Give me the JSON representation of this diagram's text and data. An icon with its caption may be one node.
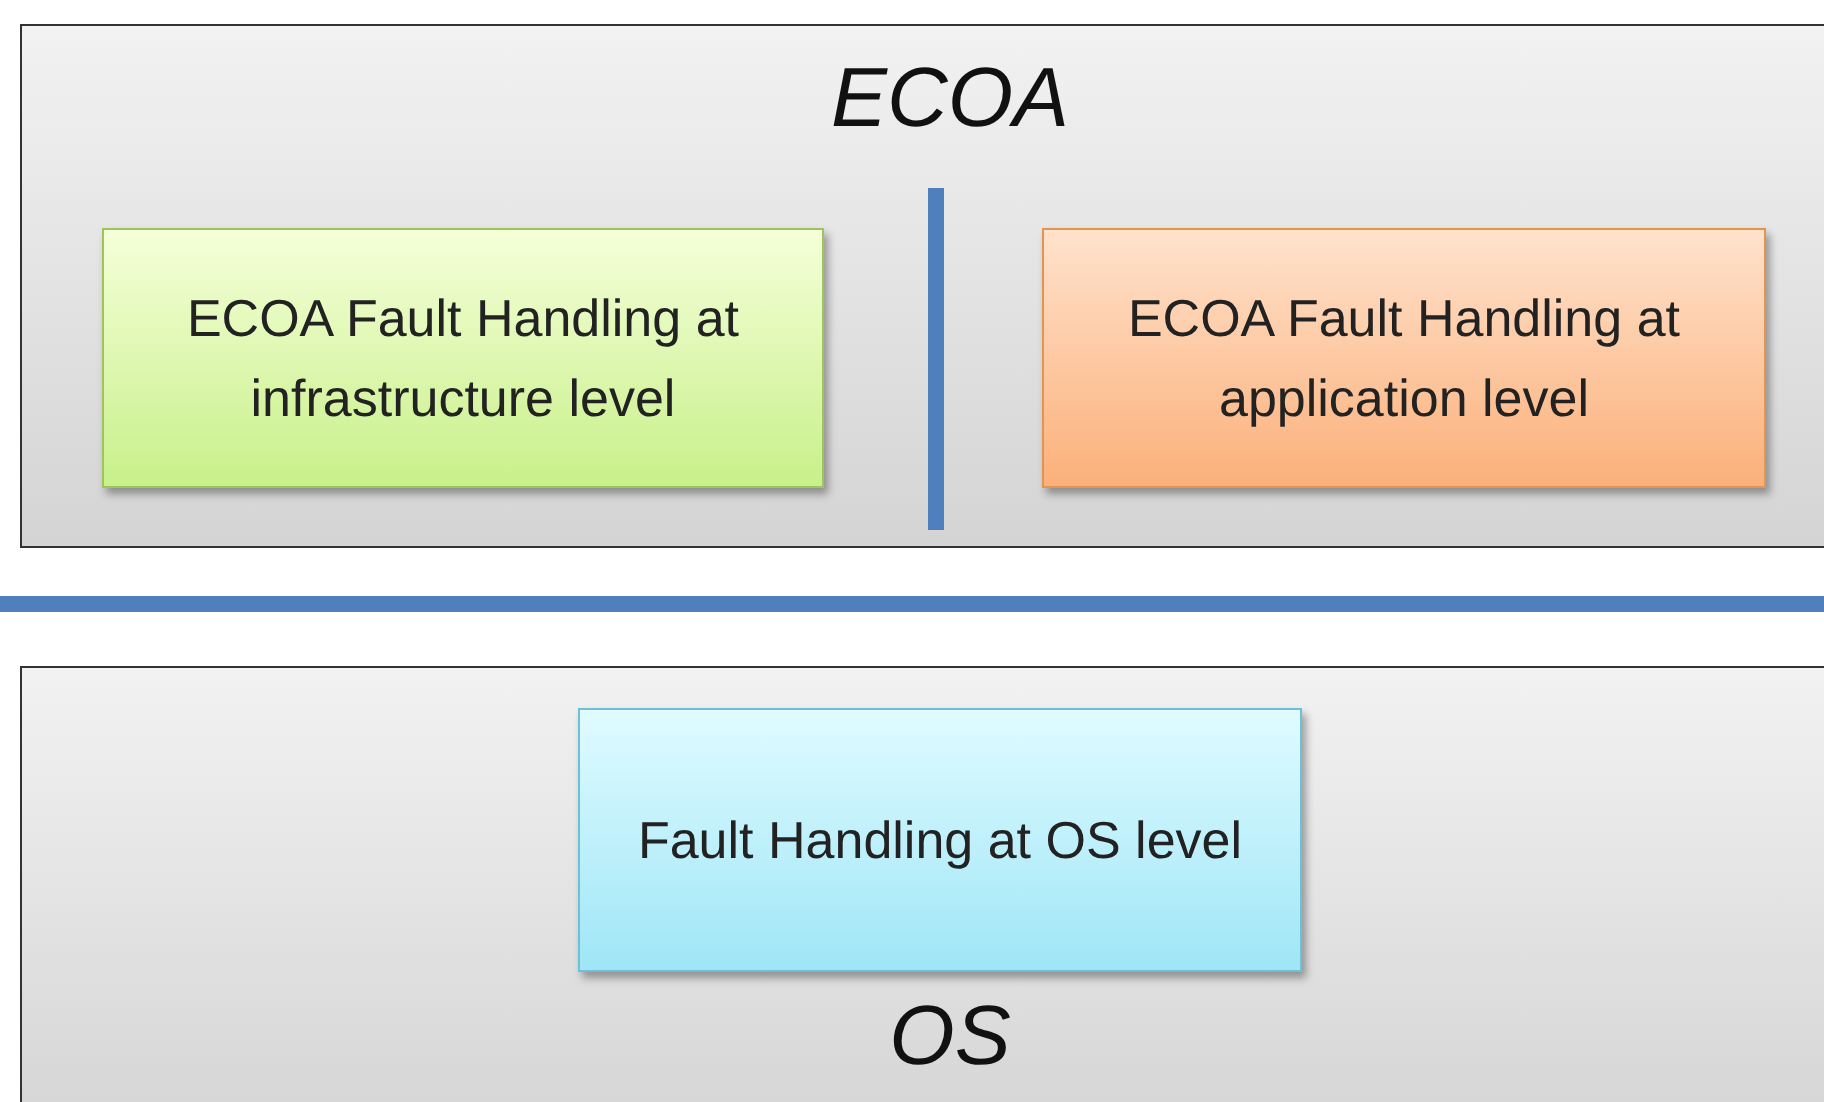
{
  "diagram": {
    "nodes": [
      {
        "text": [
          "ECOA"
        ]
      },
      {
        "text": [
          "ECOA Fault Handling at infrastructure level"
        ],
        "in": 0
      },
      {
        "text": [
          "ECOA Fault Handling at application level"
        ],
        "in": 0
      },
      {
        "text": [
          "OS"
        ]
      },
      {
        "text": [
          "Fault Handling at OS level"
        ],
        "in": 3
      }
    ]
  }
}
